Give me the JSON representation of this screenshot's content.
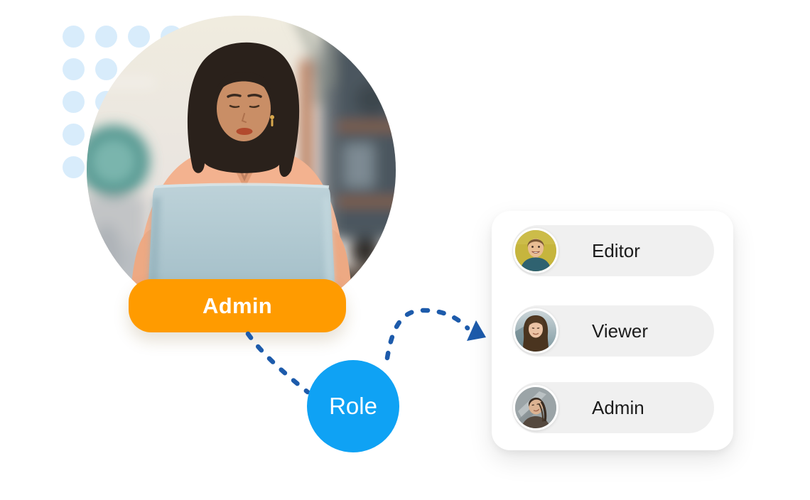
{
  "illustration": {
    "photo": {
      "name": "woman-working-on-laptop-photo"
    },
    "admin_badge": {
      "label": "Admin",
      "bg_color": "#FF9B00",
      "text_color": "#FFFFFF"
    },
    "role_node": {
      "label": "Role",
      "bg_color": "#0FA2F4",
      "text_color": "#FFFFFF"
    },
    "roles_card": {
      "items": [
        {
          "label": "Editor",
          "avatar": "man-short-hair-yellow-bg"
        },
        {
          "label": "Viewer",
          "avatar": "woman-long-hair-gray-bg"
        },
        {
          "label": "Admin",
          "avatar": "woman-braids-gray-bg"
        }
      ]
    },
    "flow": {
      "arrow_color": "#1D5BAB",
      "connections": [
        {
          "from": "admin-badge",
          "to": "role-node"
        },
        {
          "from": "role-node",
          "to": "roles-card"
        }
      ]
    },
    "decor": {
      "dot_color": "#D8ECFB"
    }
  }
}
